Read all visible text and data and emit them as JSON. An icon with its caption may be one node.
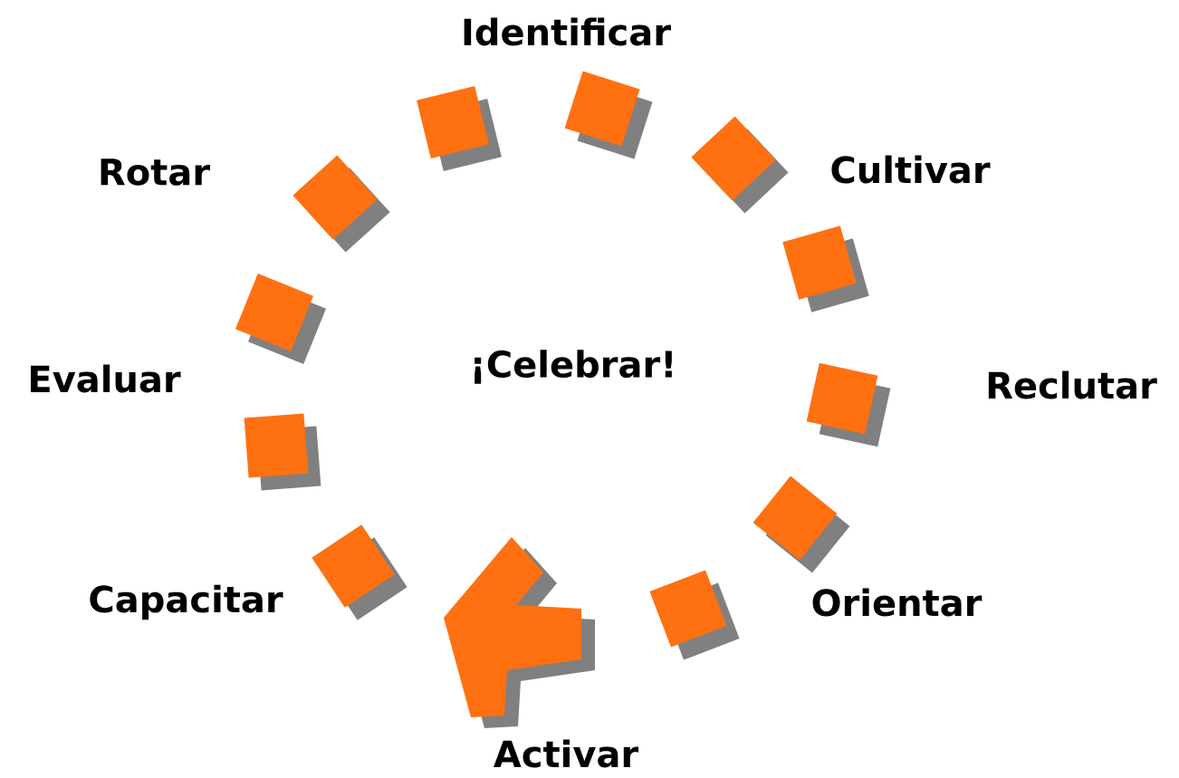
{
  "diagram": {
    "labels": [
      "Identificar",
      "Rotar",
      "Cultivar",
      "Evaluar",
      "¡Celebrar!",
      "Reclutar",
      "Capacitar",
      "Orientar",
      "Activar"
    ]
  }
}
